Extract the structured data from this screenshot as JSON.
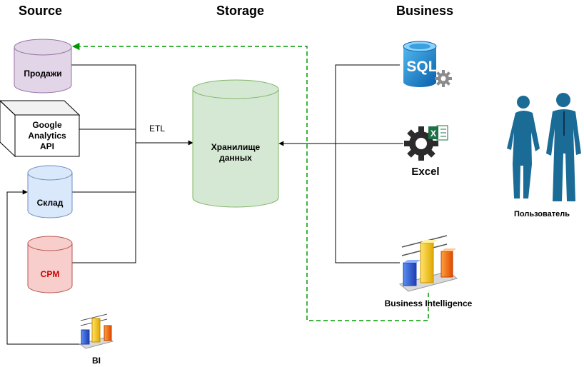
{
  "headers": {
    "source": "Source",
    "storage": "Storage",
    "business": "Business"
  },
  "sources": {
    "sales": "Продажи",
    "google_analytics": "Google\nAnalytics\nAPI",
    "warehouse": "Склад",
    "crm": "CPM",
    "bi": "BI"
  },
  "storage": {
    "warehouse_db": "Хранилище\nданных",
    "etl_label": "ETL"
  },
  "business": {
    "sql_icon_text": "SQL",
    "excel": "Excel",
    "excel_icon_letter": "X",
    "business_intelligence": "Business Intelligence",
    "user": "Пользователь"
  },
  "colors": {
    "sales_fill": "#e1d5e7",
    "sales_stroke": "#9673a6",
    "warehouse_fill": "#dae8fc",
    "warehouse_stroke": "#6c8ebf",
    "crm_fill": "#f8cecc",
    "crm_stroke": "#b85450",
    "storage_fill": "#d5e8d4",
    "storage_stroke": "#82b366",
    "dashed_line": "#009900",
    "user_figure": "#1a6b96"
  },
  "icons": [
    "database-icon",
    "cube-icon",
    "sql-server-icon",
    "excel-icon",
    "bar-chart-icon",
    "businessman-icon",
    "businesswoman-icon"
  ]
}
